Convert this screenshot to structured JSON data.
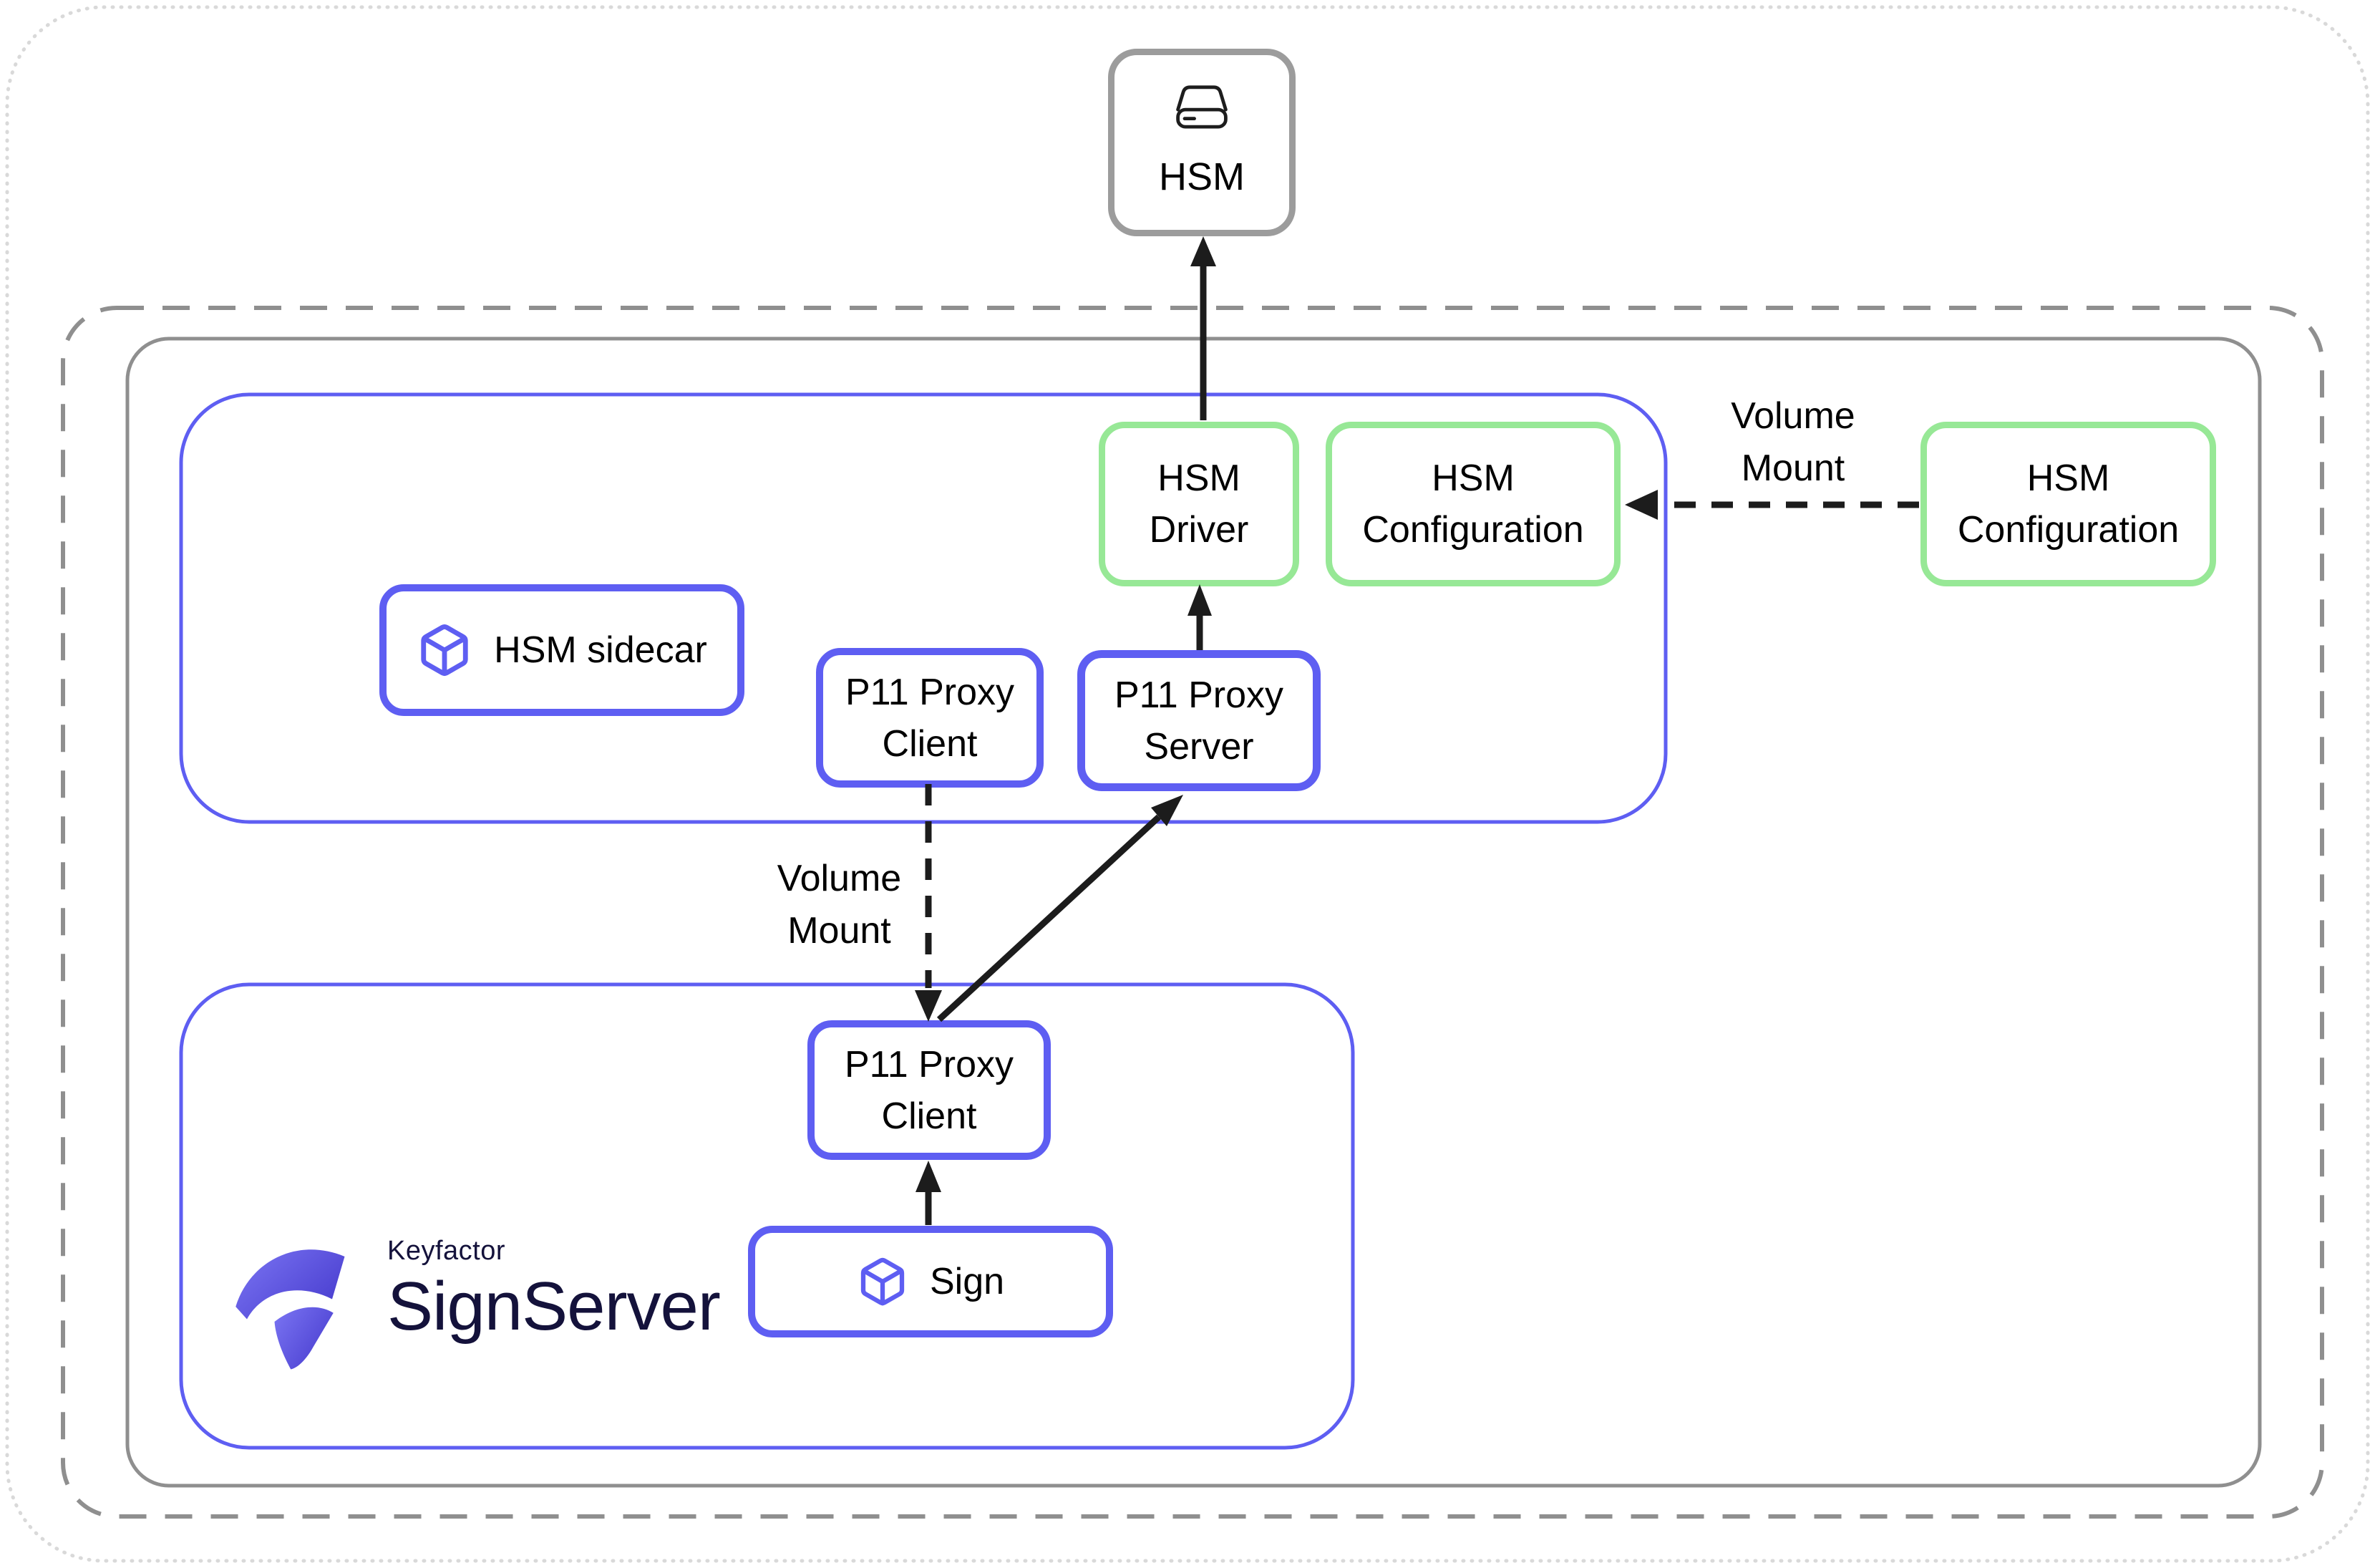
{
  "colors": {
    "blue": "#5e5ef2",
    "green": "#97e896",
    "gray": "#8f8f8f",
    "light_gray": "#d9d9d9",
    "arrow_black": "#1c1c1c",
    "text_black": "#000000",
    "logo_text": "#14123b",
    "logo_grad_start": "#7b75f3",
    "logo_grad_end": "#4a3fd0"
  },
  "nodes": {
    "hsm": {
      "label": "HSM",
      "icon": "hard-drive-icon"
    },
    "hsm_driver": {
      "line1": "HSM",
      "line2": "Driver"
    },
    "hsm_configuration_pod": {
      "line1": "HSM",
      "line2": "Configuration"
    },
    "hsm_configuration_external": {
      "line1": "HSM",
      "line2": "Configuration"
    },
    "hsm_sidecar": {
      "label": "HSM sidecar",
      "icon": "cube-icon"
    },
    "p11_proxy_client_sidecar": {
      "line1": "P11 Proxy",
      "line2": "Client"
    },
    "p11_proxy_server": {
      "line1": "P11 Proxy",
      "line2": "Server"
    },
    "p11_proxy_client_signserver": {
      "line1": "P11 Proxy",
      "line2": "Client"
    },
    "sign": {
      "label": "Sign",
      "icon": "cube-icon"
    }
  },
  "edge_labels": {
    "volume_mount_external": {
      "line1": "Volume",
      "line2": "Mount"
    },
    "volume_mount_internal": {
      "line1": "Volume",
      "line2": "Mount"
    }
  },
  "logo": {
    "company": "Keyfactor",
    "product": "SignServer"
  }
}
